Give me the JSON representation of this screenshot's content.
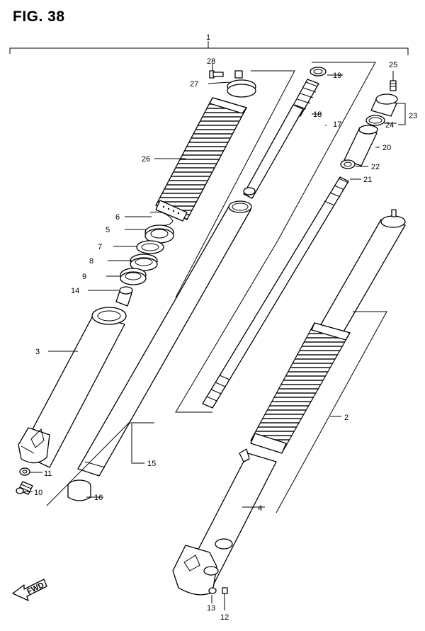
{
  "figure": {
    "title": "FIG. 38"
  },
  "fwd_label": "FWD",
  "callouts": [
    {
      "id": "c1",
      "label": "1"
    },
    {
      "id": "c2",
      "label": "2"
    },
    {
      "id": "c3",
      "label": "3"
    },
    {
      "id": "c4",
      "label": "4"
    },
    {
      "id": "c5",
      "label": "5"
    },
    {
      "id": "c6",
      "label": "6"
    },
    {
      "id": "c7",
      "label": "7"
    },
    {
      "id": "c8",
      "label": "8"
    },
    {
      "id": "c9",
      "label": "9"
    },
    {
      "id": "c10",
      "label": "10"
    },
    {
      "id": "c11",
      "label": "11"
    },
    {
      "id": "c12",
      "label": "12"
    },
    {
      "id": "c13",
      "label": "13"
    },
    {
      "id": "c14",
      "label": "14"
    },
    {
      "id": "c15",
      "label": "15"
    },
    {
      "id": "c16",
      "label": "16"
    },
    {
      "id": "c17",
      "label": "17"
    },
    {
      "id": "c18",
      "label": "18"
    },
    {
      "id": "c19",
      "label": "19"
    },
    {
      "id": "c20",
      "label": "20"
    },
    {
      "id": "c21",
      "label": "21"
    },
    {
      "id": "c22",
      "label": "22"
    },
    {
      "id": "c23",
      "label": "23"
    },
    {
      "id": "c24",
      "label": "24"
    },
    {
      "id": "c25",
      "label": "25"
    },
    {
      "id": "c26",
      "label": "26"
    },
    {
      "id": "c27",
      "label": "27"
    },
    {
      "id": "c28",
      "label": "28"
    }
  ]
}
